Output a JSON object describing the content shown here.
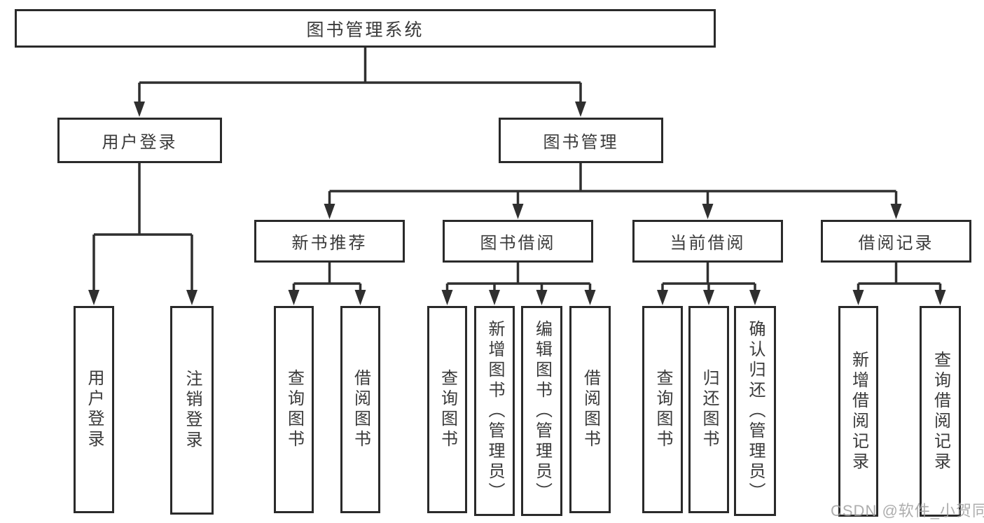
{
  "colors": {
    "line": "#2f2f2f",
    "border": "#2a2a2a",
    "text": "#3a3a3a",
    "watermark": "#9f9f9f",
    "background": "#ffffff"
  },
  "nodes": {
    "root": "图书管理系统",
    "level2": [
      "用户登录",
      "图书管理"
    ],
    "level3": [
      "新书推荐",
      "图书借阅",
      "当前借阅",
      "借阅记录"
    ],
    "leaves_user": [
      "用户登录",
      "注销登录"
    ],
    "leaves_newbook": [
      "查询图书",
      "借阅图书"
    ],
    "leaves_borrow": [
      "查询图书",
      "新增图书（管理员）",
      "编辑图书（管理员）",
      "借阅图书"
    ],
    "leaves_current": [
      "查询图书",
      "归还图书",
      "确认归还（管理员）"
    ],
    "leaves_records": [
      "新增借阅记录",
      "查询借阅记录"
    ]
  },
  "watermark": "CSDN @软件_小贺同学"
}
